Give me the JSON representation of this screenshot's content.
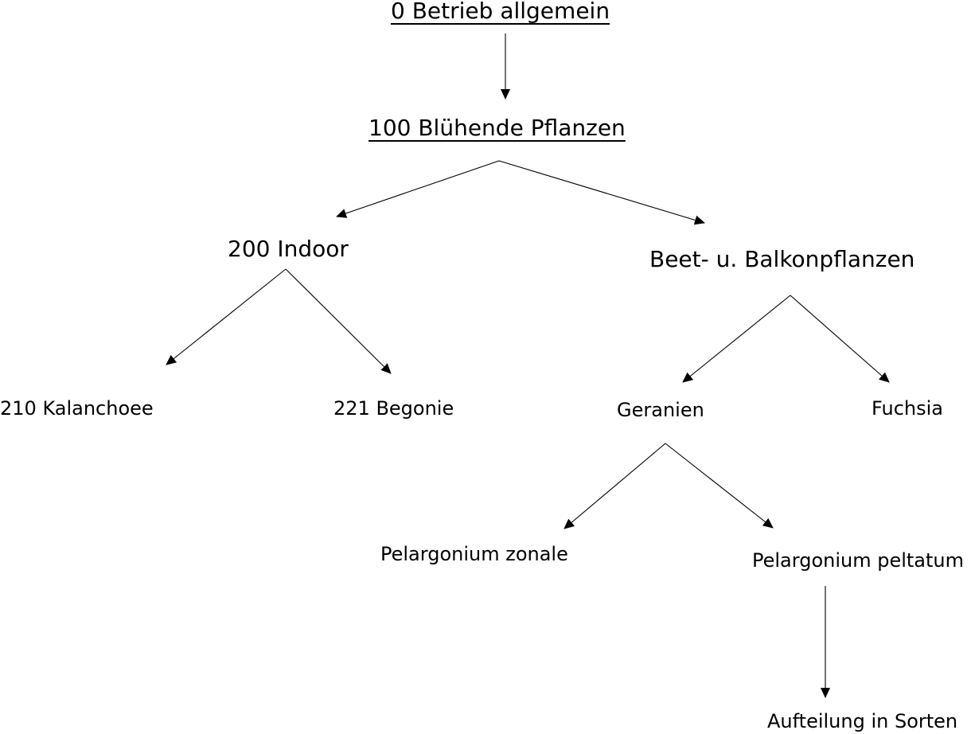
{
  "diagram": {
    "nodes": {
      "root": "0 Betrieb allgemein",
      "flowering": "100 Blühende Pflanzen",
      "indoor": "200 Indoor",
      "bedding": "Beet- u. Balkonpflanzen",
      "kalanchoe": "210 Kalanchoee",
      "begonia": "221 Begonie",
      "geranien": "Geranien",
      "fuchsia": "Fuchsia",
      "zonale": "Pelargonium zonale",
      "peltatum": "Pelargonium peltatum",
      "sorten": "Aufteilung in Sorten"
    },
    "edges": [
      [
        "root",
        "flowering"
      ],
      [
        "flowering",
        "indoor"
      ],
      [
        "flowering",
        "bedding"
      ],
      [
        "indoor",
        "kalanchoe"
      ],
      [
        "indoor",
        "begonia"
      ],
      [
        "bedding",
        "geranien"
      ],
      [
        "bedding",
        "fuchsia"
      ],
      [
        "geranien",
        "zonale"
      ],
      [
        "geranien",
        "peltatum"
      ],
      [
        "peltatum",
        "sorten"
      ]
    ]
  }
}
